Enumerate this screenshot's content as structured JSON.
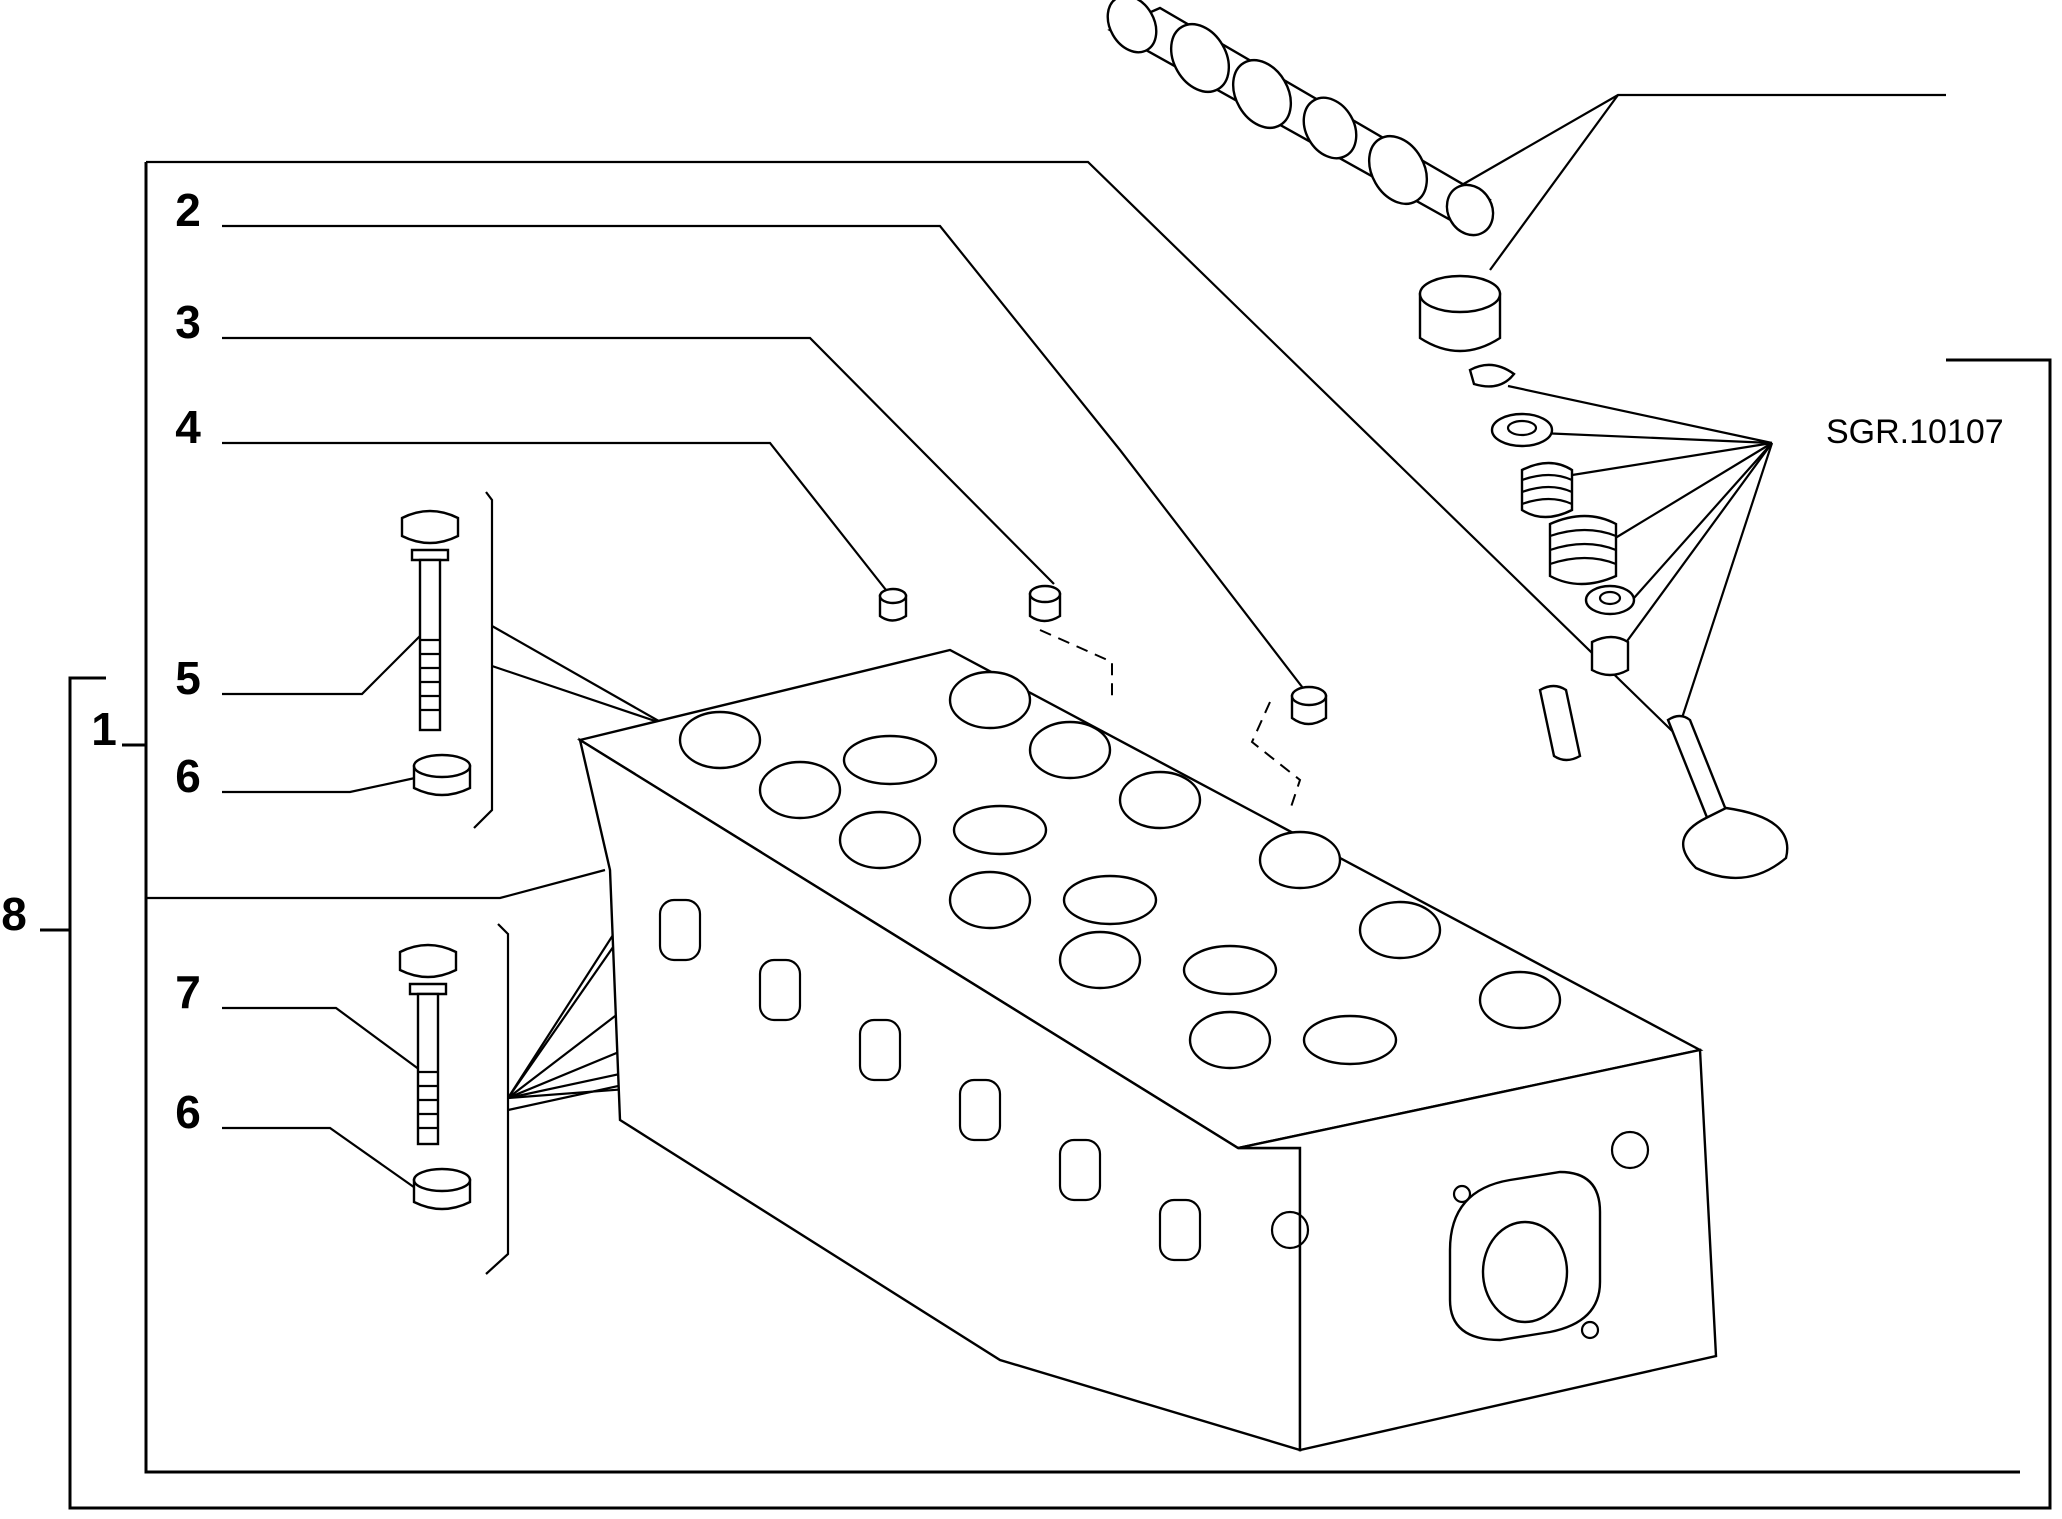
{
  "diagram": {
    "reference_code": "SGR.10107",
    "callouts": [
      {
        "id": "c1",
        "label": "1"
      },
      {
        "id": "c2",
        "label": "2"
      },
      {
        "id": "c3",
        "label": "3"
      },
      {
        "id": "c4",
        "label": "4"
      },
      {
        "id": "c5",
        "label": "5"
      },
      {
        "id": "c6a",
        "label": "6"
      },
      {
        "id": "c7",
        "label": "7"
      },
      {
        "id": "c6b",
        "label": "6"
      },
      {
        "id": "c8",
        "label": "8"
      }
    ]
  }
}
